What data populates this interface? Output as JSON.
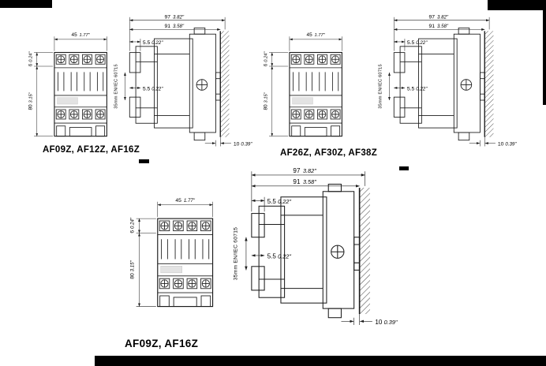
{
  "page": {
    "background": "#ffffff",
    "accent": "#000000"
  },
  "groups": [
    {
      "caption": "AF09Z, AF12Z, AF16Z",
      "front": {
        "width_mm": "45",
        "width_in": "1.77\"",
        "offset_mm": "6",
        "offset_in": "0.24\"",
        "height_mm": "80",
        "height_in": "3.15\""
      },
      "side": {
        "overall_depth_mm": "97",
        "overall_depth_in": "3.82\"",
        "depth_mm": "91",
        "depth_in": "3.58\"",
        "offset_mm": "5.5",
        "offset_in": "0.22\"",
        "din_rail_label": "35mm EN/IEC 60715",
        "wall_clearance_mm": "10",
        "wall_clearance_in": "0.39\""
      }
    },
    {
      "caption": "AF26Z, AF30Z, AF38Z",
      "front": {
        "width_mm": "45",
        "width_in": "1.77\"",
        "offset_mm": "6",
        "offset_in": "0.24\"",
        "height_mm": "80",
        "height_in": "3.15\""
      },
      "side": {
        "overall_depth_mm": "97",
        "overall_depth_in": "3.82\"",
        "depth_mm": "91",
        "depth_in": "3.58\"",
        "offset_mm": "5.5",
        "offset_in": "0.22\"",
        "din_rail_label": "35mm EN/IEC 60715",
        "wall_clearance_mm": "10",
        "wall_clearance_in": "0.39\""
      }
    },
    {
      "caption": "AF09Z, AF16Z",
      "front": {
        "width_mm": "45",
        "width_in": "1.77\"",
        "offset_mm": "6",
        "offset_in": "0.24\"",
        "height_mm": "80",
        "height_in": "3.15\""
      },
      "side": {
        "overall_depth_mm": "97",
        "overall_depth_in": "3.82\"",
        "depth_mm": "91",
        "depth_in": "3.58\"",
        "offset_mm": "5.5",
        "offset_in": "0.22\"",
        "din_rail_label": "35mm EN/IEC 60715",
        "wall_clearance_mm": "10",
        "wall_clearance_in": "0.39\""
      }
    }
  ]
}
